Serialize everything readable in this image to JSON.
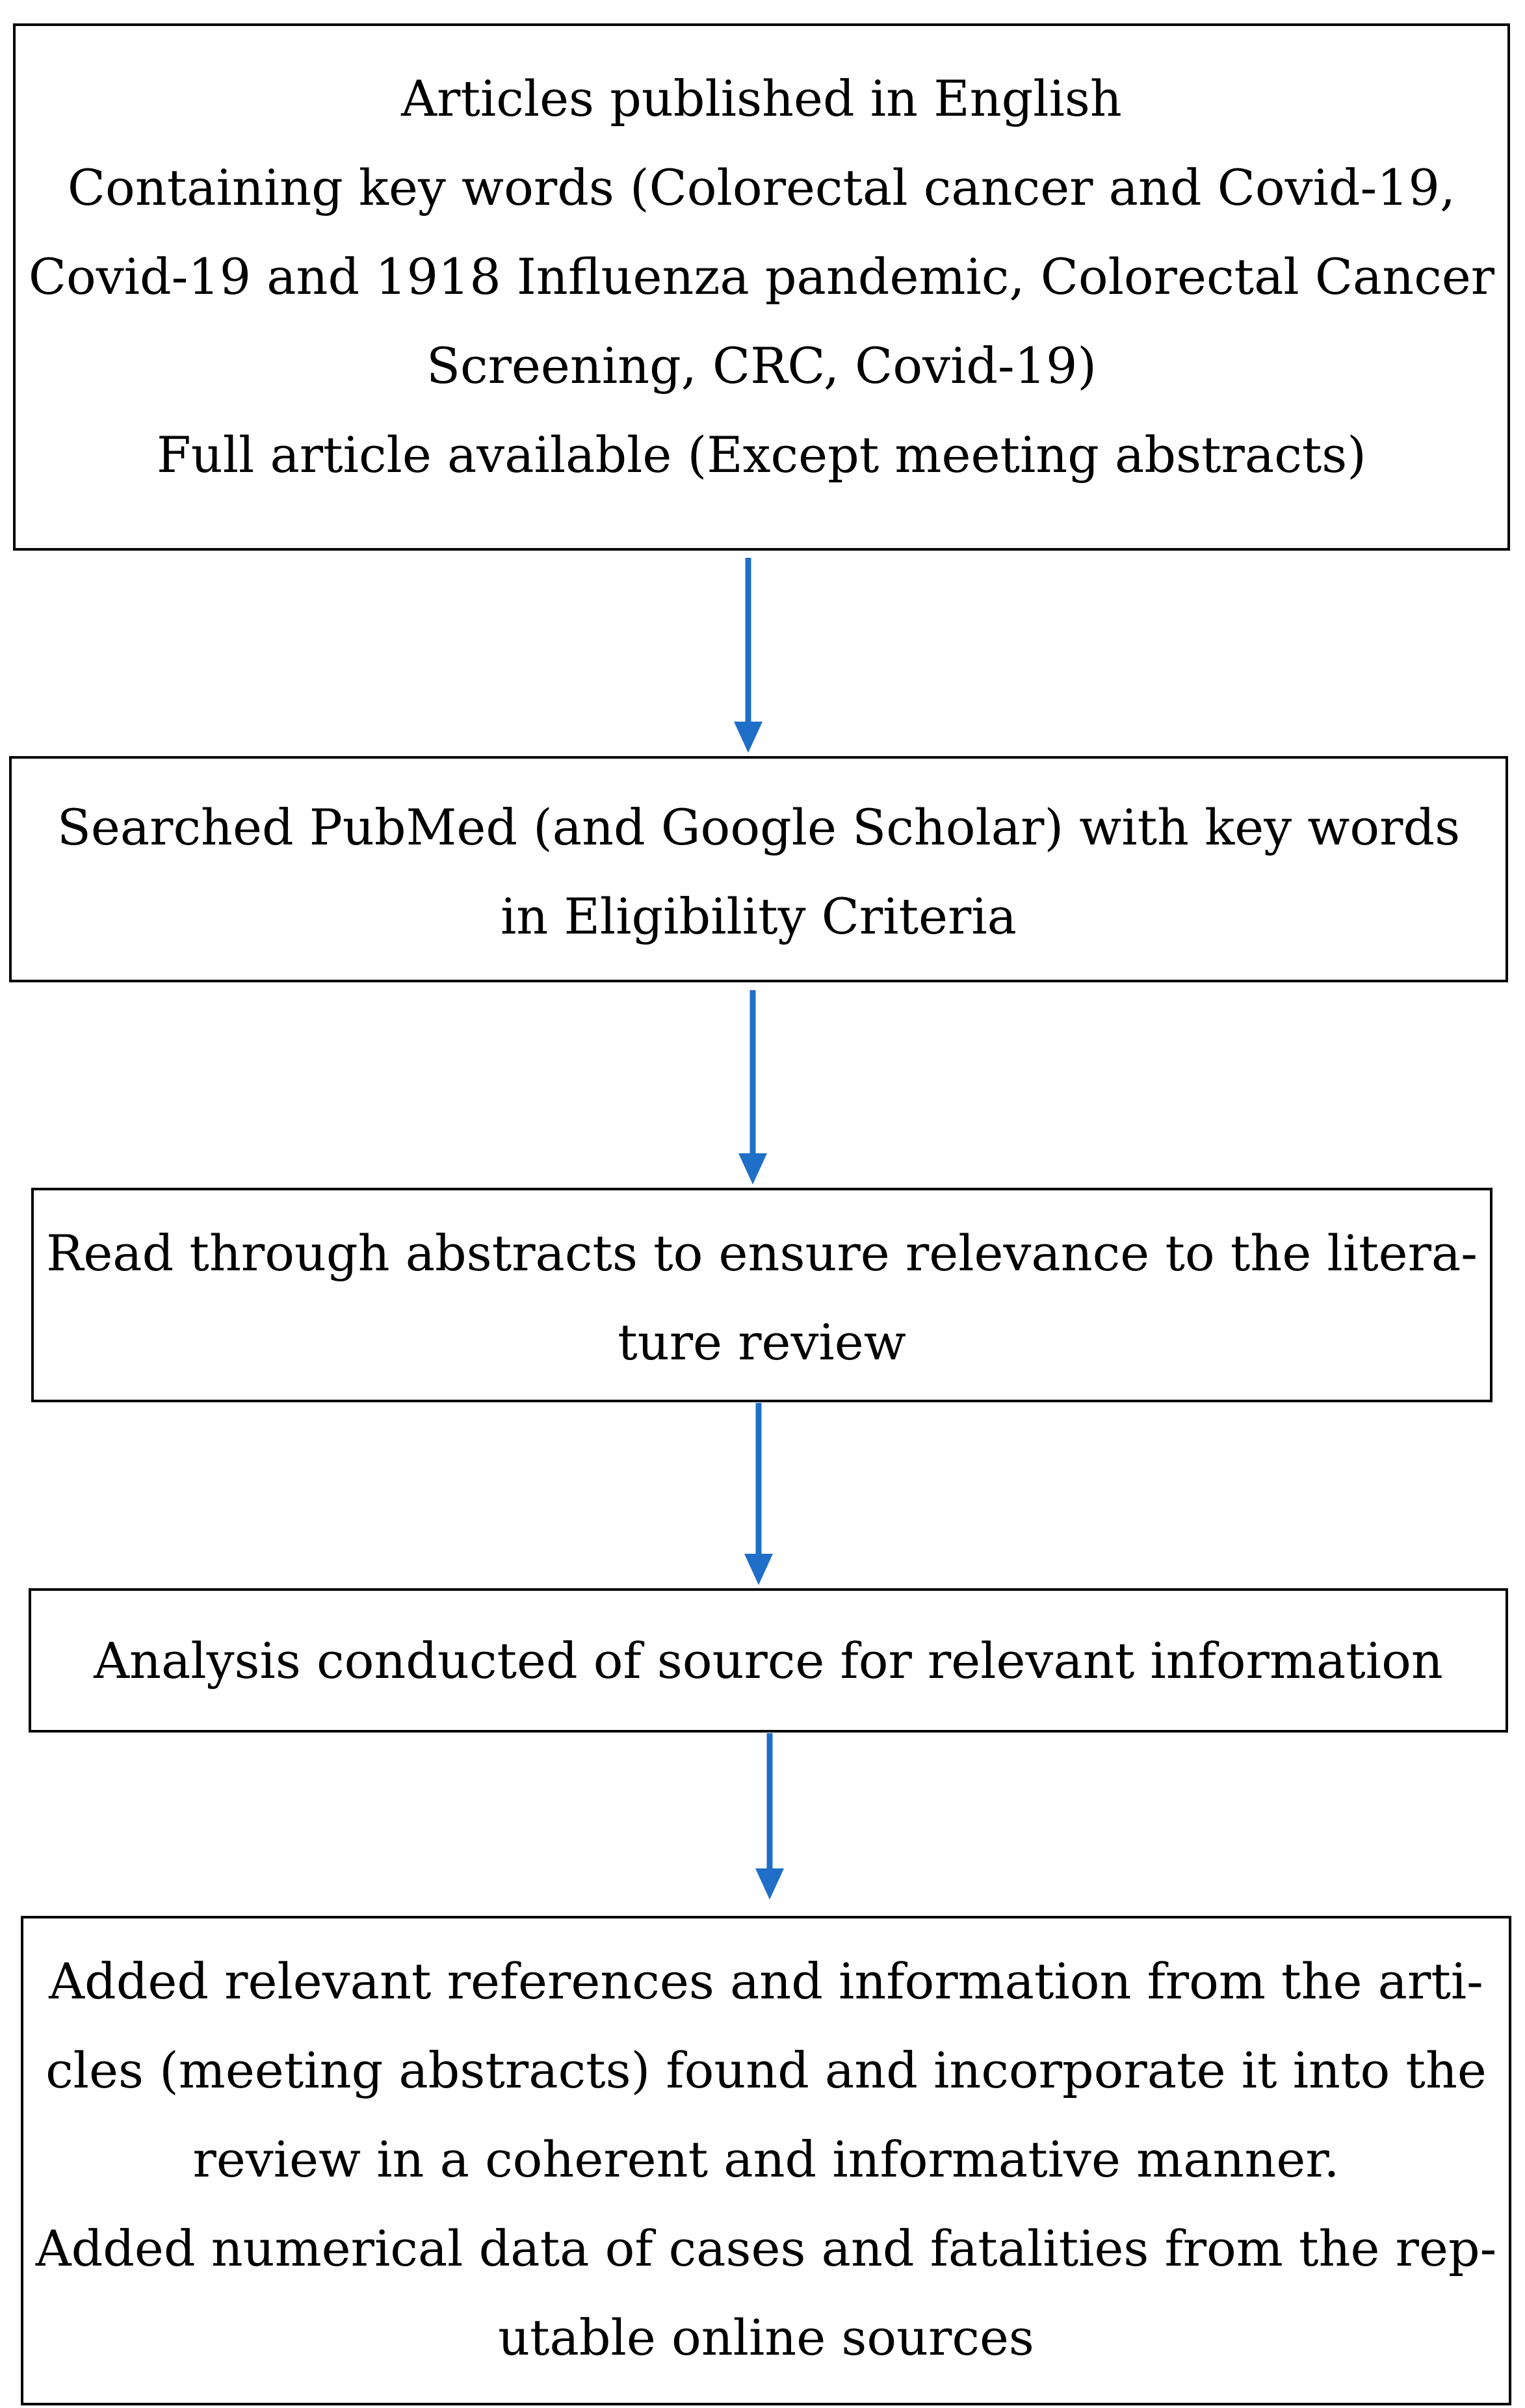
{
  "colors": {
    "box_border": "#000000",
    "arrow": "#1f6fc9",
    "text": "#000000"
  },
  "steps": [
    {
      "lines": [
        "Articles published in English",
        "Containing key words (Colorectal cancer and Covid-19,",
        "Covid-19 and 1918 Influenza pandemic, Colorectal Cancer",
        "Screening, CRC, Covid-19)",
        "Full article available (Except meeting abstracts)"
      ]
    },
    {
      "lines": [
        "Searched PubMed (and Google Scholar) with key words",
        "in Eligibility Criteria"
      ]
    },
    {
      "lines": [
        "Read through abstracts to ensure relevance to the litera-",
        "ture review"
      ]
    },
    {
      "lines": [
        "Analysis conducted of source for relevant information"
      ]
    },
    {
      "lines": [
        "Added relevant references and information from the arti-",
        "cles (meeting abstracts) found and incorporate it into the",
        "review in a coherent and informative manner.",
        "Added numerical data of cases and fatalities from the rep-",
        "utable online sources"
      ]
    }
  ]
}
